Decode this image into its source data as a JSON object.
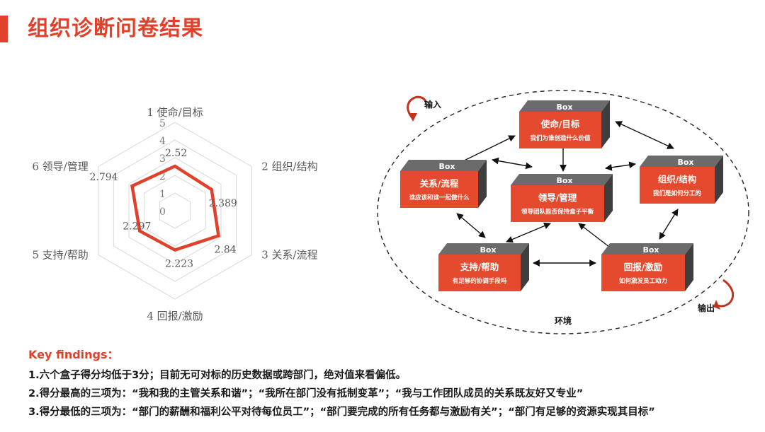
{
  "page": {
    "title": "组织诊断问卷结果"
  },
  "colors": {
    "accent": "#e1412a",
    "box_red": "#e54a2e",
    "box_dark": "#505050",
    "grid": "#d7d7d7"
  },
  "chart_data": {
    "type": "radar",
    "axes": [
      "1 使命/目标",
      "2 组织/结构",
      "3 关系/流程",
      "4 回报/激励",
      "5 支持/帮助",
      "6 领导/管理"
    ],
    "values": [
      2.52,
      2.389,
      2.84,
      2.223,
      2.297,
      2.794
    ],
    "value_labels": [
      "2.52",
      "2.389",
      "2.84",
      "2.223",
      "2.297",
      "2.794"
    ],
    "scale_ticks": [
      "0",
      "1",
      "2",
      "3",
      "4",
      "5"
    ],
    "rmax": 5,
    "series_color": "#e1412a"
  },
  "diagram": {
    "tag": "Box",
    "boxes": [
      {
        "title": "使命/目标",
        "subtitle": "我们为谁创造什么价值"
      },
      {
        "title": "组织/结构",
        "subtitle": "我们是如何分工的"
      },
      {
        "title": "关系/流程",
        "subtitle": "谁应该和谁一起做什么"
      },
      {
        "title": "领导/管理",
        "subtitle": "领导团队能否保持盒子平衡"
      },
      {
        "title": "支持/帮助",
        "subtitle": "有足够的协调手段吗"
      },
      {
        "title": "回报/激励",
        "subtitle": "如何激发员工动力"
      }
    ],
    "input_label": "输入",
    "output_label": "输出",
    "env_label": "环境"
  },
  "findings": {
    "title": "Key findings：",
    "items": [
      "1.六个盒子得分均低于3分；目前无可对标的历史数据或跨部门，绝对值来看偏低。",
      "2.得分最高的三项为：“我和我的主管关系和谐”；“我所在部门没有抵制变革”；“我与工作团队成员的关系既友好又专业”",
      "3.得分最低的三项为：“部门的薪酬和福利公平对待每位员工”；“部门要完成的所有任务都与激励有关”；“部门有足够的资源实现其目标”"
    ]
  }
}
